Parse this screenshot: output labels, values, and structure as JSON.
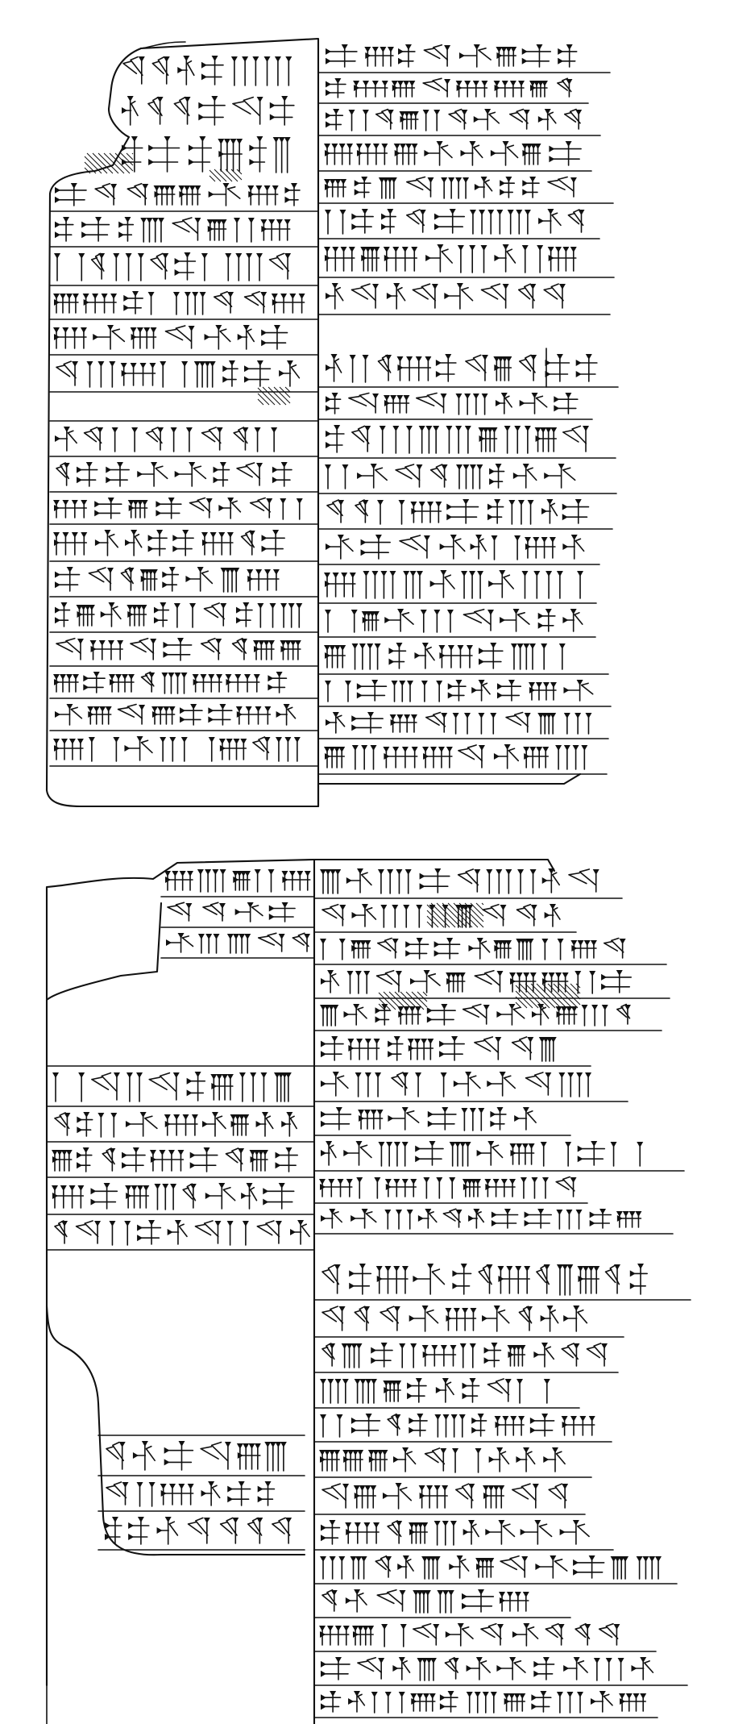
{
  "colors": {
    "ink": "#111111",
    "paper": "#ffffff"
  },
  "tablets": [
    {
      "face": "obverse",
      "columns": 2
    },
    {
      "face": "reverse",
      "columns": 2
    }
  ]
}
